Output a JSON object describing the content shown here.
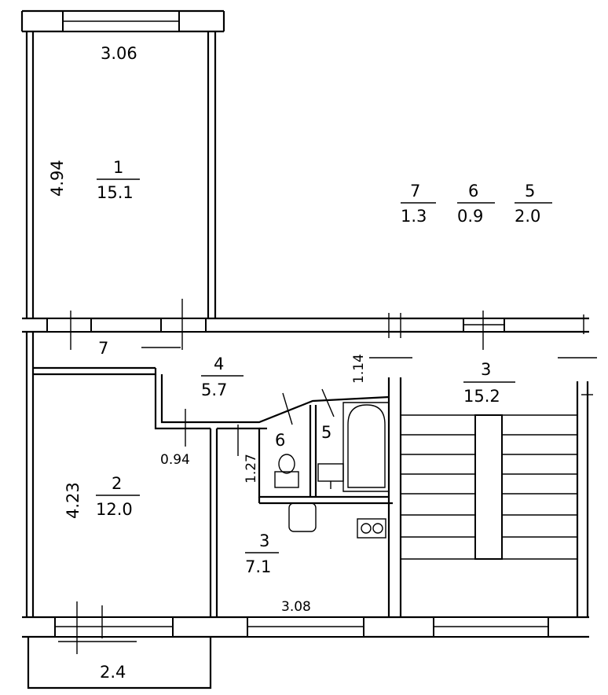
{
  "rooms": {
    "room1": {
      "num": "1",
      "area": "15.1"
    },
    "room2": {
      "num": "2",
      "area": "12.0"
    },
    "room3_kitchen": {
      "num": "3",
      "area": "7.1"
    },
    "room3_stair": {
      "num": "3",
      "area": "15.2"
    },
    "room4": {
      "num": "4",
      "area": "5.7"
    },
    "room5": {
      "num": "5"
    },
    "room6": {
      "num": "6"
    },
    "room7": {
      "num": "7"
    }
  },
  "legend": [
    {
      "num": "7",
      "area": "1.3"
    },
    {
      "num": "6",
      "area": "0.9"
    },
    {
      "num": "5",
      "area": "2.0"
    }
  ],
  "dimensions": {
    "room1_width": "3.06",
    "room1_length": "4.94",
    "room2_length": "4.23",
    "hall_width": "0.94",
    "bath_wall": "1.27",
    "wc_wall": "1.14",
    "kitchen_width": "3.08",
    "balcony_width": "2.4"
  }
}
